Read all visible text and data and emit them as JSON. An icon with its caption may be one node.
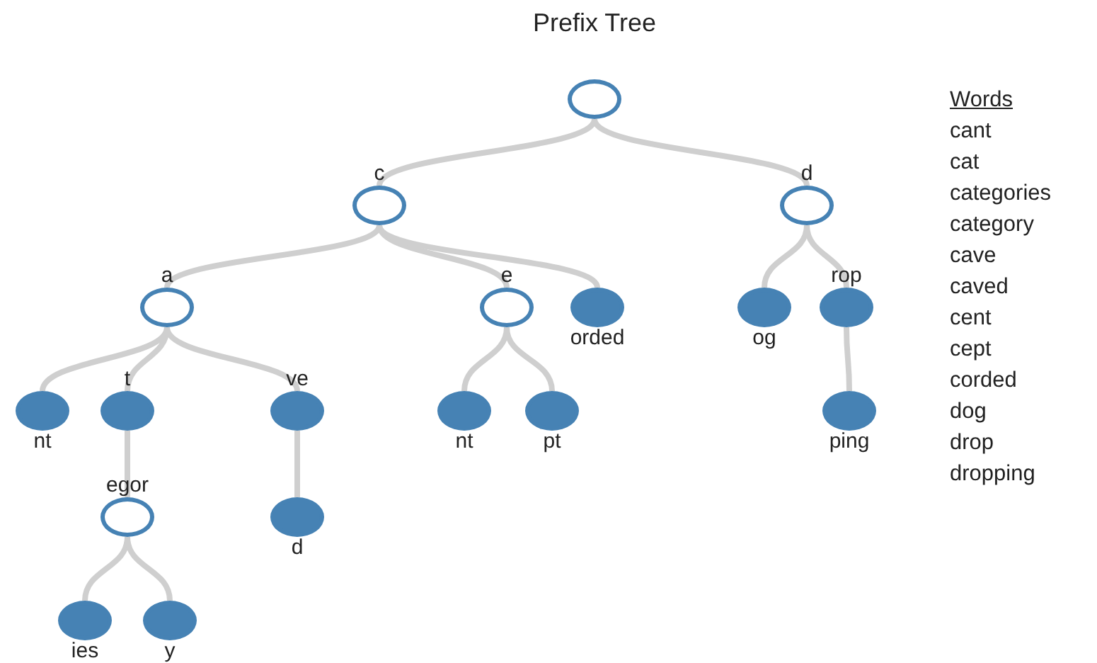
{
  "diagram": {
    "title": "Prefix Tree",
    "nodes": [
      {
        "text": [],
        "shape": "circle"
      },
      {
        "text": [],
        "shape": "circle",
        "beside": [
          "c"
        ]
      },
      {
        "text": [],
        "shape": "circle",
        "beside": [
          "d"
        ]
      },
      {
        "text": [],
        "shape": "circle",
        "beside": [
          "a"
        ]
      },
      {
        "text": [],
        "shape": "circle",
        "beside": [
          "e"
        ]
      },
      {
        "text": [],
        "shape": "dot",
        "beside": [
          "orded"
        ]
      },
      {
        "text": [],
        "shape": "dot",
        "beside": [
          "og"
        ]
      },
      {
        "text": [],
        "shape": "dot",
        "beside": [
          "rop"
        ]
      },
      {
        "text": [],
        "shape": "dot",
        "beside": [
          "nt"
        ]
      },
      {
        "text": [],
        "shape": "dot",
        "beside": [
          "t"
        ]
      },
      {
        "text": [],
        "shape": "dot",
        "beside": [
          "ve"
        ]
      },
      {
        "text": [],
        "shape": "dot",
        "beside": [
          "nt"
        ]
      },
      {
        "text": [],
        "shape": "dot",
        "beside": [
          "pt"
        ]
      },
      {
        "text": [],
        "shape": "dot",
        "beside": [
          "ping"
        ]
      },
      {
        "text": [],
        "shape": "circle",
        "beside": [
          "egor"
        ]
      },
      {
        "text": [],
        "shape": "dot",
        "beside": [
          "d"
        ]
      },
      {
        "text": [],
        "shape": "dot",
        "beside": [
          "ies"
        ]
      },
      {
        "text": [],
        "shape": "dot",
        "beside": [
          "y"
        ]
      }
    ],
    "edges": [
      {
        "from": 0,
        "to": 1,
        "arrow": "none"
      },
      {
        "from": 0,
        "to": 2,
        "arrow": "none"
      },
      {
        "from": 1,
        "to": 3,
        "arrow": "none"
      },
      {
        "from": 1,
        "to": 4,
        "arrow": "none"
      },
      {
        "from": 1,
        "to": 5,
        "arrow": "none"
      },
      {
        "from": 2,
        "to": 6,
        "arrow": "none"
      },
      {
        "from": 2,
        "to": 7,
        "arrow": "none"
      },
      {
        "from": 3,
        "to": 8,
        "arrow": "none"
      },
      {
        "from": 3,
        "to": 9,
        "arrow": "none"
      },
      {
        "from": 3,
        "to": 10,
        "arrow": "none"
      },
      {
        "from": 4,
        "to": 11,
        "arrow": "none"
      },
      {
        "from": 4,
        "to": 12,
        "arrow": "none"
      },
      {
        "from": 7,
        "to": 13,
        "arrow": "none"
      },
      {
        "from": 9,
        "to": 14,
        "arrow": "none"
      },
      {
        "from": 10,
        "to": 15,
        "arrow": "none"
      },
      {
        "from": 14,
        "to": 16,
        "arrow": "none"
      },
      {
        "from": 14,
        "to": 17,
        "arrow": "none"
      }
    ],
    "labels": [
      "Words",
      "cant",
      "cat",
      "categories",
      "category",
      "cave",
      "caved",
      "cent",
      "cept",
      "corded",
      "dog",
      "drop",
      "dropping"
    ]
  }
}
